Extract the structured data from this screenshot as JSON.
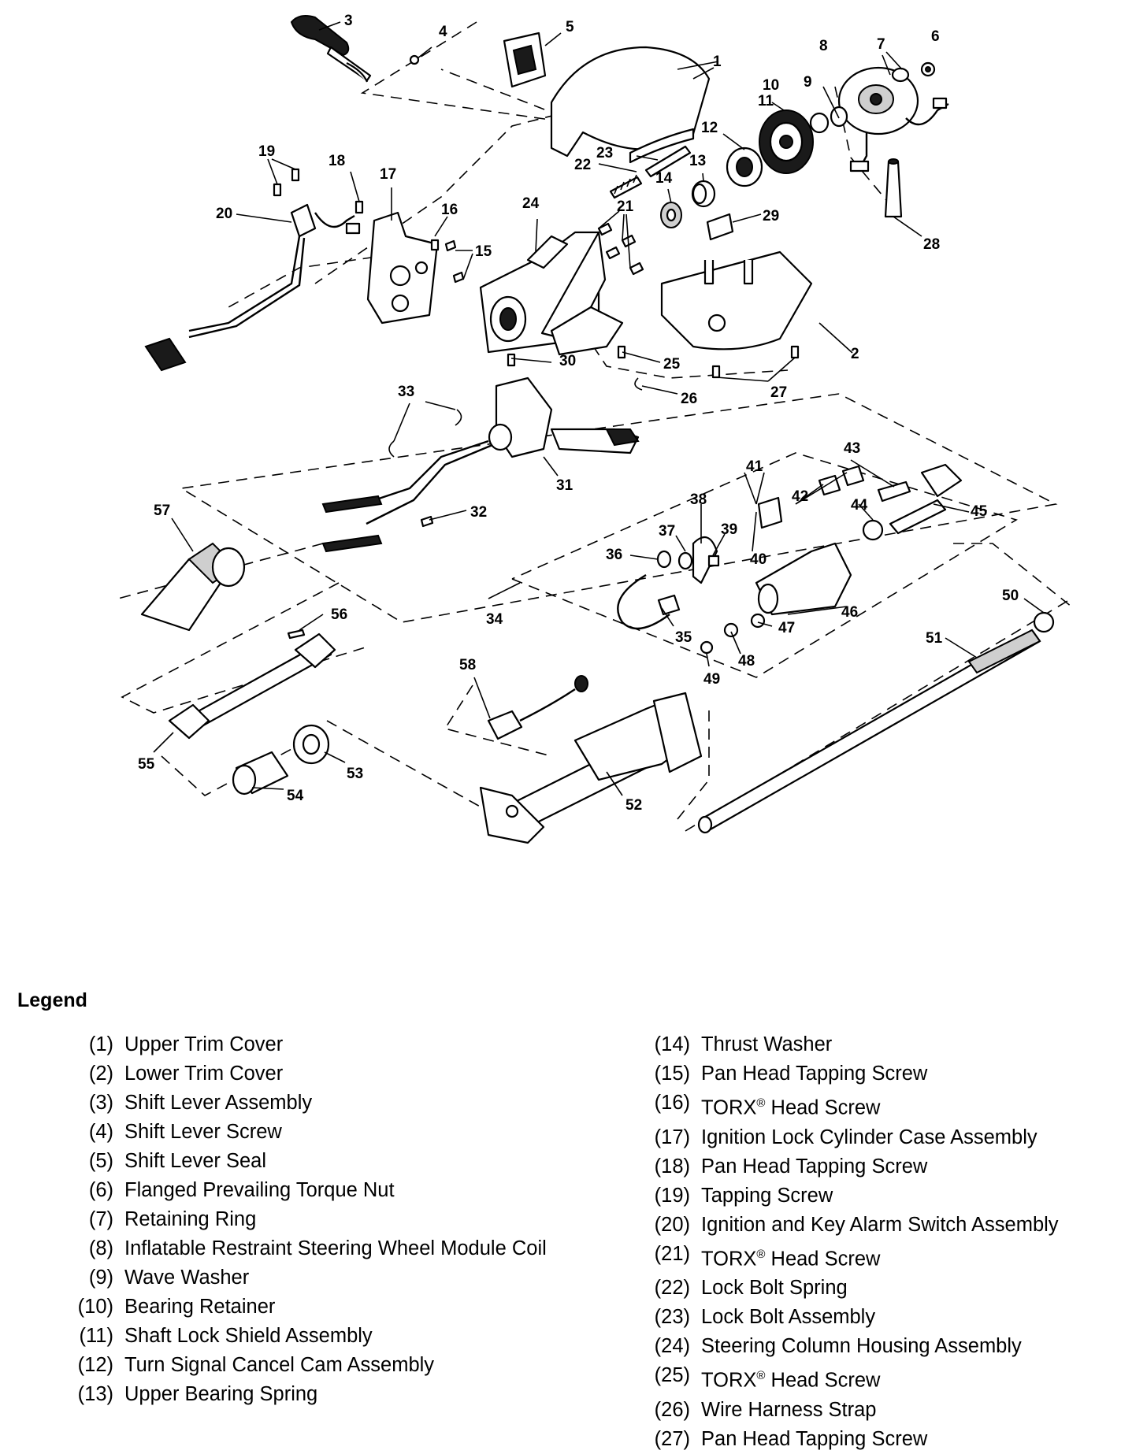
{
  "callouts": [
    "1",
    "2",
    "3",
    "4",
    "5",
    "6",
    "7",
    "8",
    "9",
    "10",
    "11",
    "12",
    "13",
    "14",
    "15",
    "16",
    "17",
    "18",
    "19",
    "20",
    "21",
    "22",
    "23",
    "24",
    "25",
    "26",
    "27",
    "28",
    "29",
    "30",
    "31",
    "32",
    "33",
    "34",
    "35",
    "36",
    "37",
    "38",
    "39",
    "40",
    "41",
    "42",
    "43",
    "44",
    "45",
    "46",
    "47",
    "48",
    "49",
    "50",
    "51",
    "52",
    "53",
    "54",
    "55",
    "56",
    "57",
    "58"
  ],
  "legend": {
    "title": "Legend",
    "left": [
      {
        "num": "(1)",
        "text": "Upper Trim Cover"
      },
      {
        "num": "(2)",
        "text": "Lower Trim Cover"
      },
      {
        "num": "(3)",
        "text": "Shift Lever Assembly"
      },
      {
        "num": "(4)",
        "text": "Shift Lever Screw"
      },
      {
        "num": "(5)",
        "text": "Shift Lever Seal"
      },
      {
        "num": "(6)",
        "text": "Flanged Prevailing Torque Nut"
      },
      {
        "num": "(7)",
        "text": "Retaining Ring"
      },
      {
        "num": "(8)",
        "text": "Inflatable Restraint Steering Wheel Module Coil"
      },
      {
        "num": "(9)",
        "text": "Wave Washer"
      },
      {
        "num": "(10)",
        "text": "Bearing Retainer"
      },
      {
        "num": "(11)",
        "text": "Shaft Lock Shield Assembly"
      },
      {
        "num": "(12)",
        "text": "Turn Signal Cancel Cam Assembly"
      },
      {
        "num": "(13)",
        "text": "Upper Bearing Spring"
      }
    ],
    "right": [
      {
        "num": "(14)",
        "text": "Thrust Washer"
      },
      {
        "num": "(15)",
        "text": "Pan Head Tapping Screw"
      },
      {
        "num": "(16)",
        "text": "TORX",
        "sup": "®",
        "suffix": " Head Screw"
      },
      {
        "num": "(17)",
        "text": "Ignition Lock Cylinder Case Assembly"
      },
      {
        "num": "(18)",
        "text": "Pan Head Tapping Screw"
      },
      {
        "num": "(19)",
        "text": "Tapping Screw"
      },
      {
        "num": "(20)",
        "text": "Ignition and Key Alarm Switch Assembly"
      },
      {
        "num": "(21)",
        "text": "TORX",
        "sup": "®",
        "suffix": " Head Screw"
      },
      {
        "num": "(22)",
        "text": "Lock Bolt Spring"
      },
      {
        "num": "(23)",
        "text": "Lock Bolt Assembly"
      },
      {
        "num": "(24)",
        "text": "Steering Column Housing Assembly"
      },
      {
        "num": "(25)",
        "text": "TORX",
        "sup": "®",
        "suffix": " Head Screw"
      },
      {
        "num": "(26)",
        "text": "Wire Harness Strap"
      },
      {
        "num": "(27)",
        "text": "Pan Head Tapping Screw"
      }
    ]
  }
}
